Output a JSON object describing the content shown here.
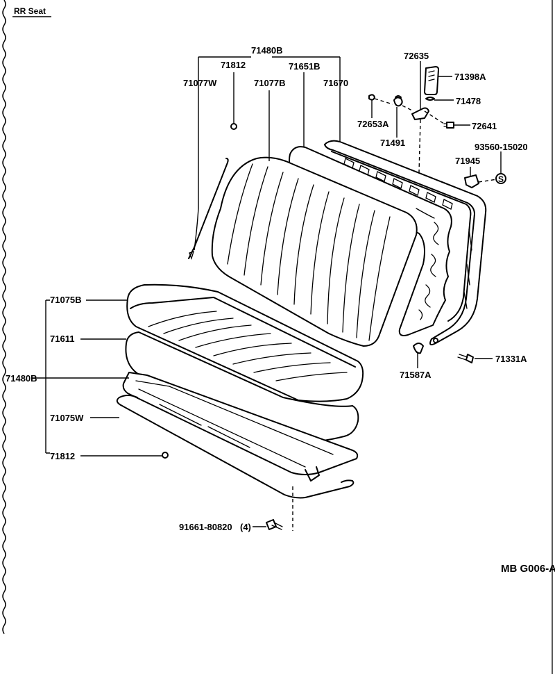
{
  "title": "RR Seat",
  "figure_code": "MB G006-A",
  "labels": {
    "p71480B_top": "71480B",
    "p71812_top": "71812",
    "p71651B": "71651B",
    "p71077W": "71077W",
    "p71077B": "71077B",
    "p71670": "71670",
    "p72635": "72635",
    "p71398A": "71398A",
    "p71478": "71478",
    "p72653A": "72653A",
    "p72641": "72641",
    "p71491": "71491",
    "p93560": "93560-15020",
    "p71945": "71945",
    "p71075B": "71075B",
    "p71611": "71611",
    "p71480B_left": "71480B",
    "p71075W": "71075W",
    "p71812_bottom": "71812",
    "p71587A": "71587A",
    "p71331A": "71331A",
    "p91661": "91661-80820",
    "qty_91661": "(4)"
  },
  "colors": {
    "line": "#000000",
    "background": "#ffffff"
  }
}
